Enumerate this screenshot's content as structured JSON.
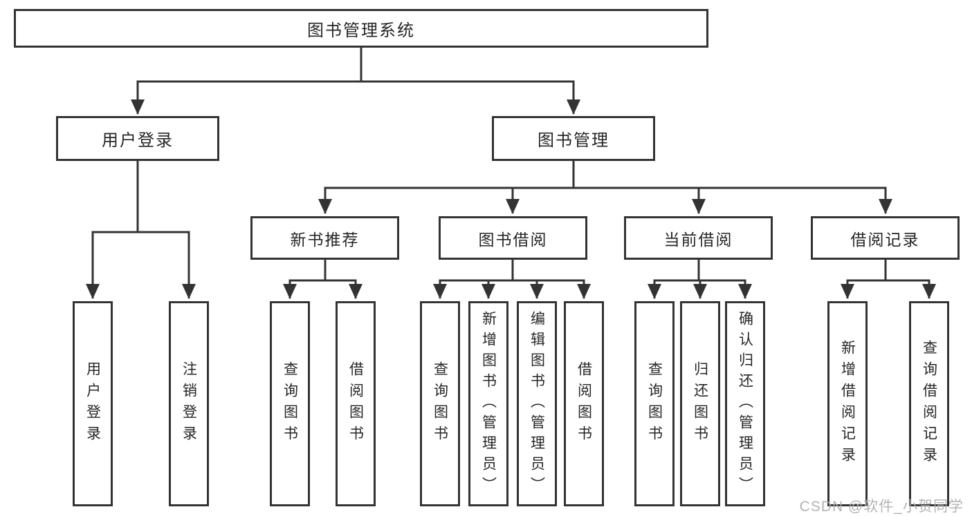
{
  "diagram": {
    "title": "图书管理系统",
    "root": {
      "label": "图书管理系统"
    },
    "level2": [
      {
        "label": "用户登录"
      },
      {
        "label": "图书管理"
      }
    ],
    "level3": [
      {
        "label": "新书推荐",
        "parent": "图书管理"
      },
      {
        "label": "图书借阅",
        "parent": "图书管理"
      },
      {
        "label": "当前借阅",
        "parent": "图书管理"
      },
      {
        "label": "借阅记录",
        "parent": "图书管理"
      }
    ],
    "leaves": [
      {
        "label": "用户登录",
        "parent": "用户登录"
      },
      {
        "label": "注销登录",
        "parent": "用户登录"
      },
      {
        "label": "查询图书",
        "parent": "新书推荐"
      },
      {
        "label": "借阅图书",
        "parent": "新书推荐"
      },
      {
        "label": "查询图书",
        "parent": "图书借阅"
      },
      {
        "label": "新增图书（管理员）",
        "parent": "图书借阅"
      },
      {
        "label": "编辑图书（管理员）",
        "parent": "图书借阅"
      },
      {
        "label": "借阅图书",
        "parent": "图书借阅"
      },
      {
        "label": "查询图书",
        "parent": "当前借阅"
      },
      {
        "label": "归还图书",
        "parent": "当前借阅"
      },
      {
        "label": "确认归还（管理员）",
        "parent": "当前借阅"
      },
      {
        "label": "新增借阅记录",
        "parent": "借阅记录"
      },
      {
        "label": "查询借阅记录",
        "parent": "借阅记录"
      }
    ]
  },
  "watermark": {
    "text": "CSDN @软件_小贺同学"
  },
  "colors": {
    "line": "#333333",
    "border": "#333333",
    "text": "#262626",
    "watermark": "#acacac",
    "background": "#ffffff"
  }
}
